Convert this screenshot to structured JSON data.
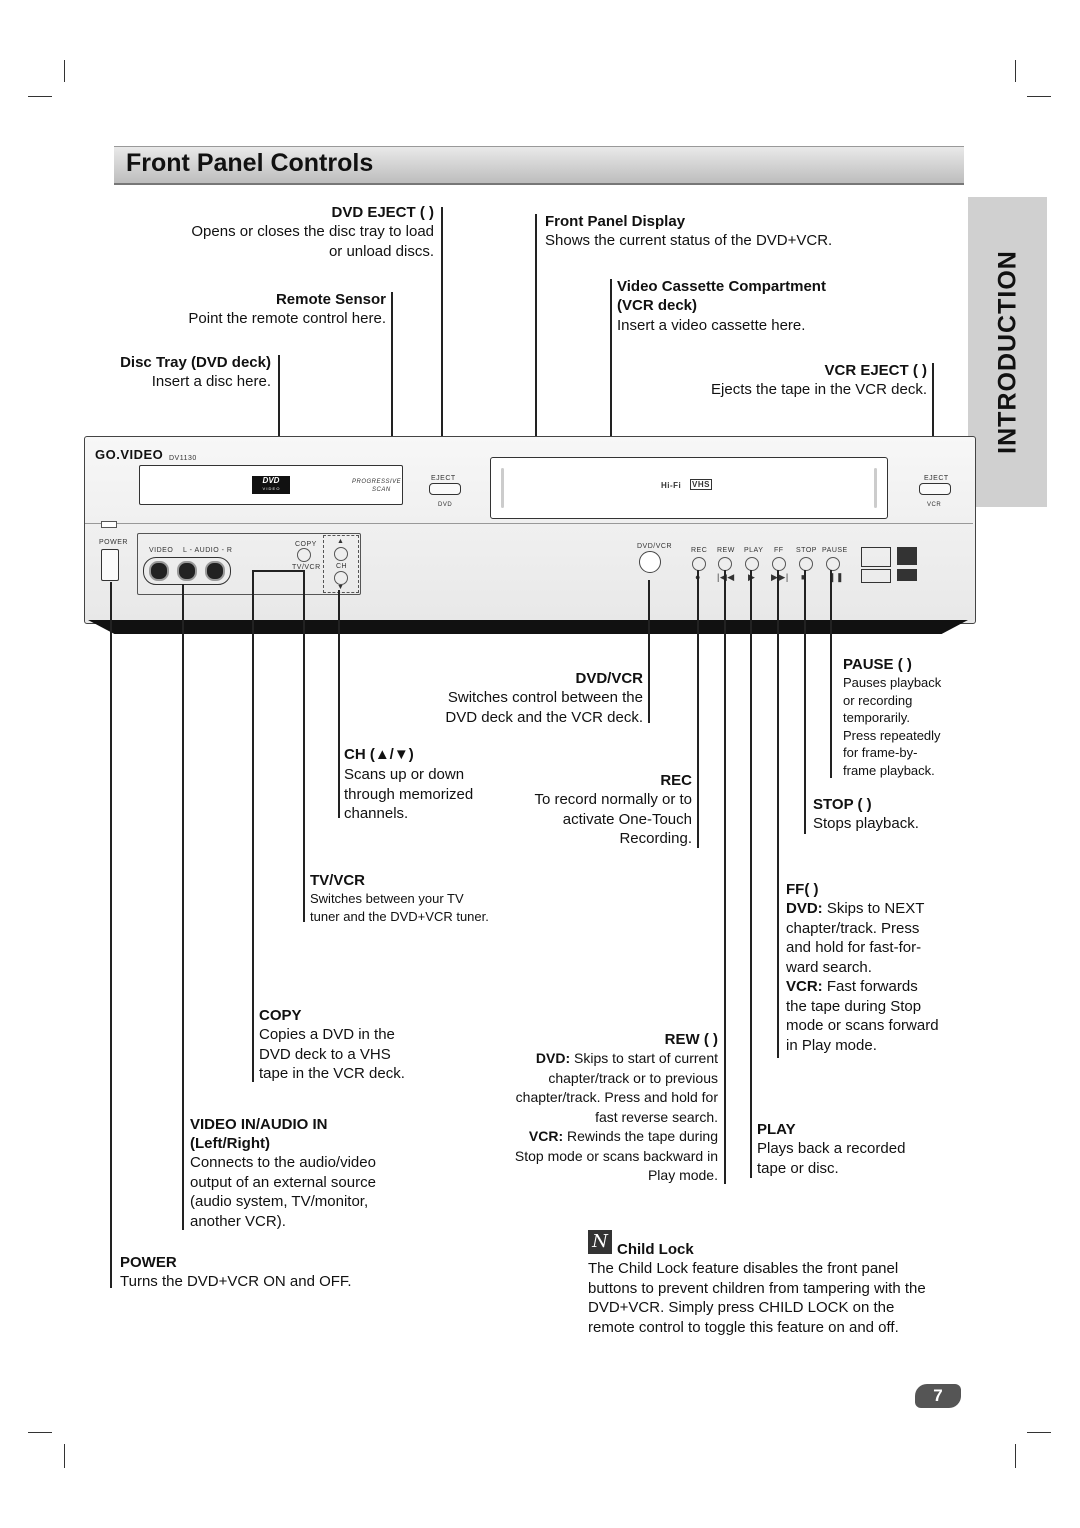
{
  "title": "Front Panel Controls",
  "side_tab": "INTRODUCTION",
  "labels": {
    "dvd_eject": {
      "title": "DVD EJECT (  )",
      "desc1": "Opens or closes the disc tray to load",
      "desc2": "or unload discs."
    },
    "remote_sensor": {
      "title": "Remote Sensor",
      "desc": "Point the remote control here."
    },
    "disc_tray": {
      "title": "Disc Tray (DVD deck)",
      "desc": "Insert a disc here."
    },
    "front_display": {
      "title": "Front Panel Display",
      "desc": "Shows the current status of the DVD+VCR."
    },
    "vcc": {
      "title1": "Video Cassette Compartment",
      "title2": "(VCR deck)",
      "desc": "Insert a video cassette here."
    },
    "vcr_eject": {
      "title": "VCR EJECT (  )",
      "desc": "Ejects the tape in the VCR deck."
    },
    "dvd_vcr": {
      "title": "DVD/VCR",
      "desc1": "Switches control between the",
      "desc2": "DVD deck and the VCR deck."
    },
    "ch": {
      "title": "CH (▲/▼)",
      "desc1": "Scans up or down",
      "desc2": "through memorized",
      "desc3": "channels."
    },
    "rec": {
      "title": "REC",
      "desc1": "To record normally or to",
      "desc2": "activate One-Touch",
      "desc3": "Recording."
    },
    "pause": {
      "title": "PAUSE (  )",
      "desc1": "Pauses playback",
      "desc2": "or recording",
      "desc3": "temporarily.",
      "desc4": "Press repeatedly",
      "desc5": "for frame-by-",
      "desc6": "frame playback."
    },
    "stop": {
      "title": "STOP (  )",
      "desc": "Stops playback."
    },
    "tv_vcr": {
      "title": "TV/VCR",
      "desc1": "Switches between your TV",
      "desc2": "tuner and the DVD+VCR tuner."
    },
    "ff": {
      "title": "FF(  )",
      "dvd_label": "DVD:",
      "dvd1": " Skips to NEXT",
      "dvd2": "chapter/track. Press",
      "dvd3": "and hold for fast-for-",
      "dvd4": "ward search.",
      "vcr_label": "VCR:",
      "vcr1": " Fast forwards",
      "vcr2": "the tape during Stop",
      "vcr3": "mode or scans forward",
      "vcr4": "in Play mode."
    },
    "copy": {
      "title": "COPY",
      "desc1": "Copies a DVD in the",
      "desc2": "DVD deck to a VHS",
      "desc3": "tape in the VCR deck."
    },
    "rew": {
      "title": "REW (  )",
      "dvd_label": "DVD:",
      "dvd1": " Skips to start of current",
      "dvd2": "chapter/track or to previous",
      "dvd3": "chapter/track. Press and hold for",
      "dvd4": "fast reverse search.",
      "vcr_label": "VCR:",
      "vcr1": " Rewinds the tape during",
      "vcr2": "Stop mode or scans backward in",
      "vcr3": "Play mode."
    },
    "play": {
      "title": "PLAY",
      "desc1": "Plays back a recorded",
      "desc2": "tape or disc."
    },
    "video_in": {
      "title1": "VIDEO IN/AUDIO IN",
      "title2": "(Left/Right)",
      "desc1": "Connects to the audio/video",
      "desc2": "output of an external source",
      "desc3": "(audio system, TV/monitor,",
      "desc4": "another VCR)."
    },
    "power": {
      "title": "POWER",
      "desc": "Turns the DVD+VCR ON and OFF."
    },
    "child_lock": {
      "icon": "N",
      "title": "Child Lock",
      "desc1": "The Child Lock feature disables the front panel",
      "desc2": "buttons to prevent children from tampering with the",
      "desc3": "DVD+VCR. Simply press CHILD LOCK on the",
      "desc4": "remote control to toggle this feature on and off."
    }
  },
  "panel": {
    "brand": "GO.VIDEO",
    "model": "DV1130",
    "dvd_logo": "DVD",
    "dvd_sub": "V I D E O",
    "progressive1": "PROGRESSIVE",
    "progressive2": "SCAN",
    "eject": "EJECT",
    "dvd": "DVD",
    "hifi": "Hi-Fi",
    "vhs": "VHS",
    "vcr": "VCR",
    "power": "POWER",
    "video": "VIDEO",
    "audio": "L - AUDIO - R",
    "copy": "COPY",
    "tvvcr": "TV/VCR",
    "ch": "CH",
    "dvdvcr": "DVD/VCR",
    "rec": "REC",
    "rew": "REW",
    "play": "PLAY",
    "ff": "FF",
    "stop": "STOP",
    "pause": "PAUSE"
  },
  "page_number": "7"
}
